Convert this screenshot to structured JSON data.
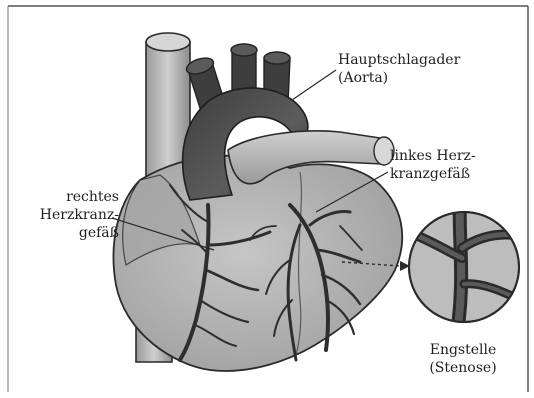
{
  "labels": {
    "aorta": {
      "line1": "Hauptschlagader",
      "line2": "(Aorta)"
    },
    "left_coronary": {
      "line1": "linkes Herz-",
      "line2": "kranzgefäß"
    },
    "right_coronary": {
      "line1": "rechtes",
      "line2": "Herzkranz-",
      "line3": "gefäß"
    },
    "stenosis": {
      "line1": "Engstelle",
      "line2": "(Stenose)"
    }
  },
  "colors": {
    "heart_fill": "#b8b8b8",
    "heart_shadow": "#9a9a9a",
    "aorta_dark": "#4a4a4a",
    "vessel": "#3a3a3a",
    "outline": "#2a2a2a",
    "frame": "#555555"
  }
}
